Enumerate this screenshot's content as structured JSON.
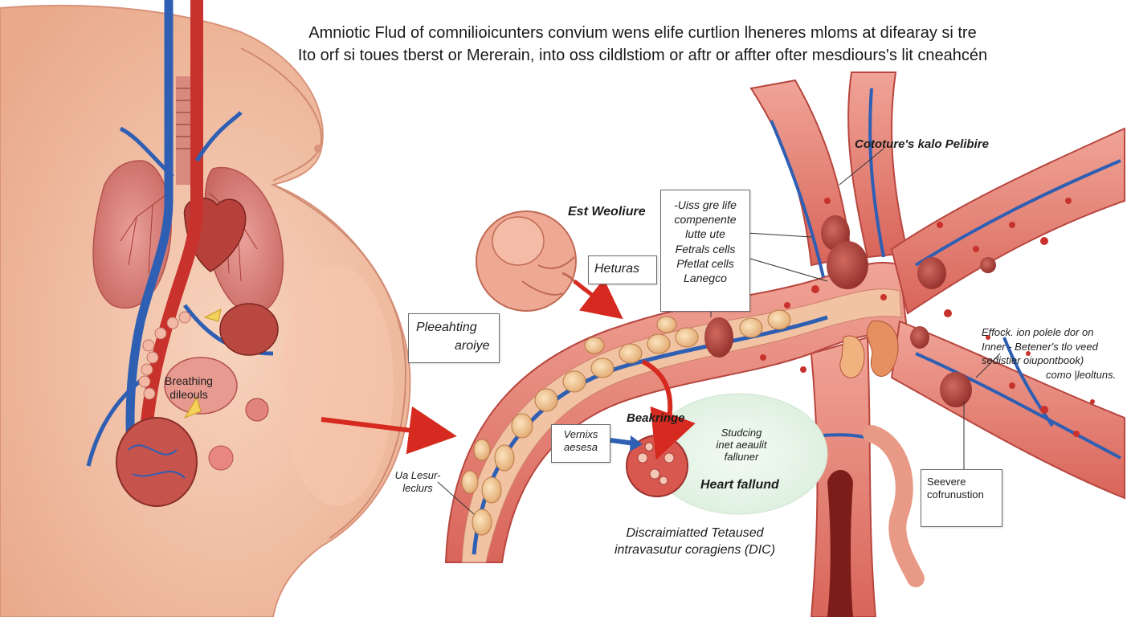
{
  "title": {
    "line1": "Amniotic Flud of comnilioicunters convium wens elife curtlion lheneres mloms at difearay si tre",
    "line2": "Ito orf si toues tberst or Mererain, into oss cildlstiom or aftr or affter ofter mesdiours's lit cneahcén"
  },
  "labels": {
    "breathing": [
      "Breathing",
      "dileouls"
    ],
    "pleeahting": [
      "Pleeahting",
      "aroiye"
    ],
    "est_weoliure": "Est Weoliure",
    "heturas": "Heturas",
    "list_box": [
      "-Uiss gre life",
      "compenente",
      "lutte ute",
      "Fetrals cells",
      "Pfetlat cells",
      "Lanegco"
    ],
    "cototure": "Cototure's kalo Pelibire",
    "effock": [
      "Effock. ion polele dor on",
      "Inner - Betener's tlo veed",
      "sedistier oiupontbook)",
      "como |leoltuns."
    ],
    "beakringe": "Beakringe",
    "vernixs": [
      "Vernixs",
      "aesesa"
    ],
    "studcing": [
      "Studcing",
      "inet aeaulit",
      "falluner"
    ],
    "heart_failure": "Heart fallund",
    "ua_lesur": [
      "Ua Lesur-",
      "leclurs"
    ],
    "severe": [
      "Seevere",
      "cofrunustion"
    ],
    "dic": [
      "Discraimiatted Tetaused",
      "intravasutur coragiens (DIC)"
    ]
  },
  "colors": {
    "vein": "#2f5fb3",
    "artery": "#c8312c",
    "vessel_wall": "#e58a7c",
    "skin": "#f2c0a4",
    "arrow": "#d62a20"
  }
}
